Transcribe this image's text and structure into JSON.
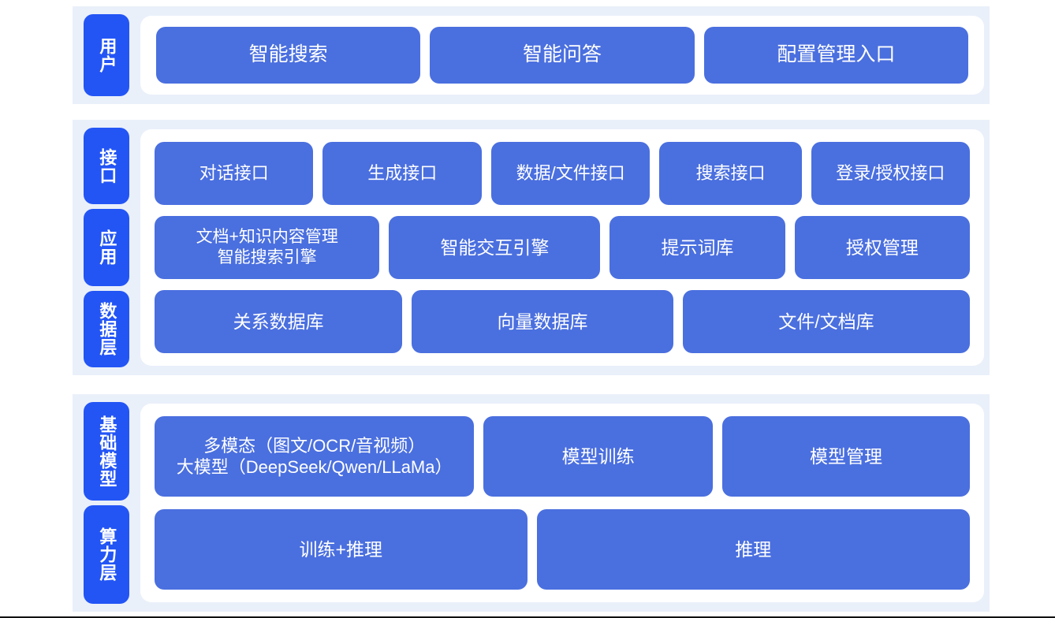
{
  "diagram": {
    "title": "AI platform layered architecture",
    "colors": {
      "band_background": "#eaf0fa",
      "card_background": "#ffffff",
      "side_tab": "#2355f5",
      "node": "#4a6fdf",
      "node_text": "#ffffff",
      "page_background": "#ffffff"
    }
  },
  "bands": {
    "user": {
      "side_tabs": [
        {
          "label": "用户"
        }
      ],
      "rows": [
        {
          "name": "user-entries",
          "nodes": [
            {
              "label": "智能搜索"
            },
            {
              "label": "智能问答"
            },
            {
              "label": "配置管理入口"
            }
          ]
        }
      ]
    },
    "platform": {
      "side_tabs": [
        {
          "label": "接口"
        },
        {
          "label": "应用"
        },
        {
          "label": "数据层"
        }
      ],
      "rows": [
        {
          "name": "interface",
          "nodes": [
            {
              "label": "对话接口"
            },
            {
              "label": "生成接口"
            },
            {
              "label": "数据/文件接口"
            },
            {
              "label": "搜索接口"
            },
            {
              "label": "登录/授权接口"
            }
          ]
        },
        {
          "name": "application",
          "nodes": [
            {
              "label": "文档+知识内容管理\n智能搜索引擎"
            },
            {
              "label": "智能交互引擎"
            },
            {
              "label": "提示词库"
            },
            {
              "label": "授权管理"
            }
          ]
        },
        {
          "name": "data",
          "nodes": [
            {
              "label": "关系数据库"
            },
            {
              "label": "向量数据库"
            },
            {
              "label": "文件/文档库"
            }
          ]
        }
      ]
    },
    "infra": {
      "side_tabs": [
        {
          "label": "基础模型"
        },
        {
          "label": "算力层"
        }
      ],
      "rows": [
        {
          "name": "base-model",
          "nodes": [
            {
              "label": "多模态（图文/OCR/音视频）\n大模型（DeepSeek/Qwen/LLaMa）"
            },
            {
              "label": "模型训练"
            },
            {
              "label": "模型管理"
            }
          ]
        },
        {
          "name": "compute",
          "nodes": [
            {
              "label": "训练+推理"
            },
            {
              "label": "推理"
            }
          ]
        }
      ]
    }
  }
}
